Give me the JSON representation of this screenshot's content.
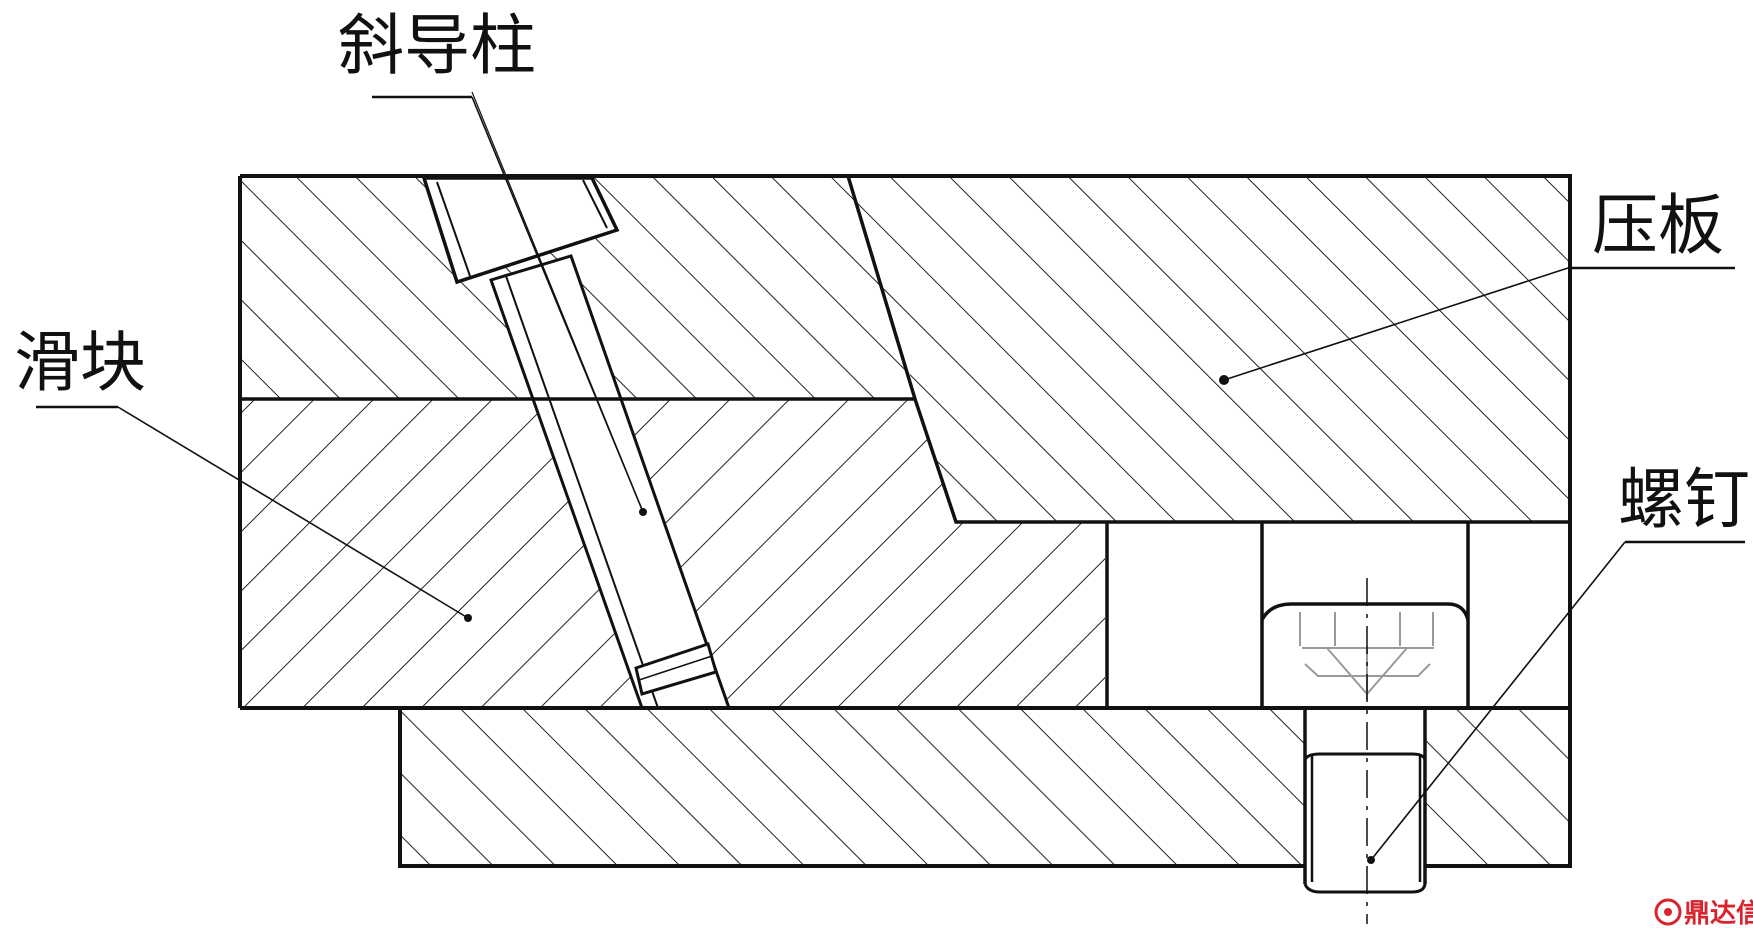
{
  "labels": {
    "guide_pillar": "斜导柱",
    "pressure_plate": "压板",
    "slider": "滑块",
    "screw": "螺钉"
  },
  "watermark": {
    "text": "鼎达信",
    "color": "#d9232d"
  },
  "colors": {
    "outline": "#111111",
    "hatch": "#222222",
    "screw_detail": "#9a9a9a",
    "background": "#ffffff"
  }
}
